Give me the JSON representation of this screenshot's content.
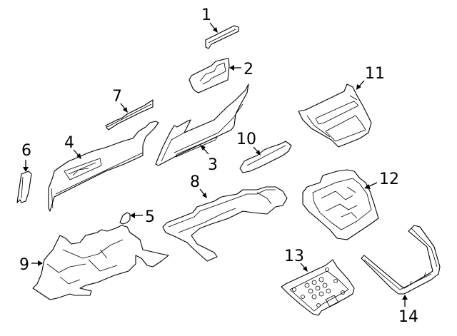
{
  "diagram": {
    "type": "exploded-parts-diagram",
    "background": "#ffffff",
    "line_color": "#000000",
    "callouts": [
      {
        "id": 1,
        "label": "1",
        "part": "part-1"
      },
      {
        "id": 2,
        "label": "2",
        "part": "part-2"
      },
      {
        "id": 3,
        "label": "3",
        "part": "part-3"
      },
      {
        "id": 4,
        "label": "4",
        "part": "part-4"
      },
      {
        "id": 5,
        "label": "5",
        "part": "part-5"
      },
      {
        "id": 6,
        "label": "6",
        "part": "part-6"
      },
      {
        "id": 7,
        "label": "7",
        "part": "part-7"
      },
      {
        "id": 8,
        "label": "8",
        "part": "part-8"
      },
      {
        "id": 9,
        "label": "9",
        "part": "part-9"
      },
      {
        "id": 10,
        "label": "10",
        "part": "part-10"
      },
      {
        "id": 11,
        "label": "11",
        "part": "part-11"
      },
      {
        "id": 12,
        "label": "12",
        "part": "part-12"
      },
      {
        "id": 13,
        "label": "13",
        "part": "part-13"
      },
      {
        "id": 14,
        "label": "14",
        "part": "part-14"
      }
    ]
  }
}
